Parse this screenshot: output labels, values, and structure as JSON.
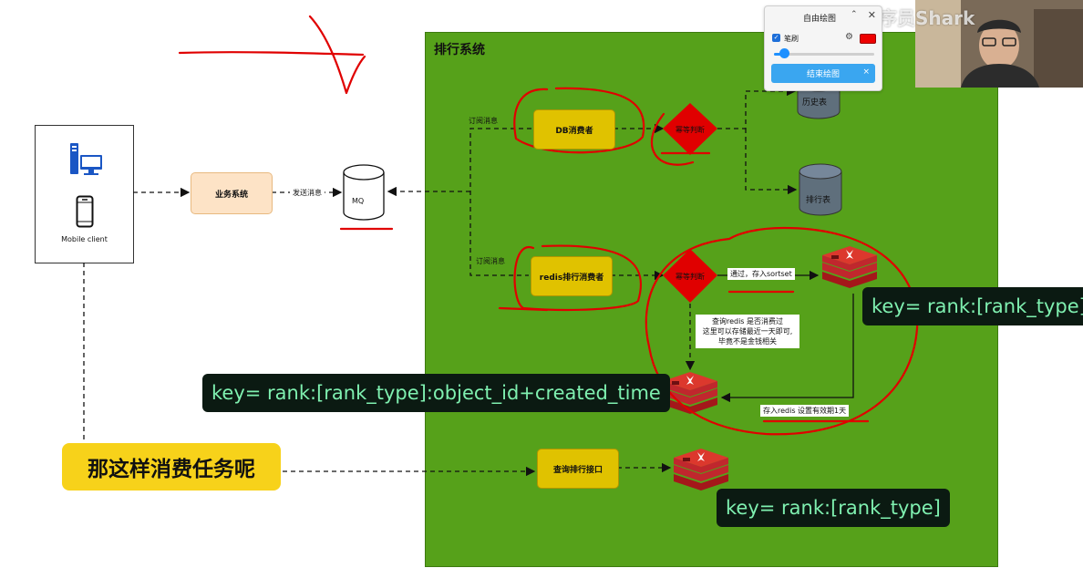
{
  "system_title": "排行系统",
  "client": {
    "label": "Mobile client"
  },
  "nodes": {
    "biz": "业务系统",
    "mq": "MQ",
    "db_consumer": "DB消费者",
    "redis_consumer": "redis排行消费者",
    "dedupe_top": "幂等判断",
    "dedupe_mid": "幂等判断",
    "history_table": "历史表",
    "rank_table": "排行表",
    "query_api": "查询排行接口"
  },
  "edge_labels": {
    "send_message": "发送消息",
    "subscribe_top": "订阅消息",
    "subscribe_mid": "订阅消息",
    "pass_store": "通过，存入sortset",
    "store_redis": "存入redis 设置有效期1天"
  },
  "note": {
    "line1": "查询redis 是否消费过",
    "line2": "这里可以存储最近一天即可,",
    "line3": "毕竟不是金钱相关"
  },
  "keys": {
    "top": "key= rank:[rank_type]",
    "mid": "key= rank:[rank_type]:object_id+created_time",
    "bottom": "key= rank:[rank_type]"
  },
  "question": "那这样消费任务呢",
  "drawing_panel": {
    "title": "自由绘图",
    "pen_label": "笔刷",
    "finish_button": "结束绘图",
    "pen_color": "#e00000"
  },
  "watermark": "程序员Shark",
  "colors": {
    "system_bg": "#56a11a",
    "consumer": "#e0c200",
    "biz": "#fde3c6",
    "diamond": "#e00000",
    "db_cylinder": "#5f6f7c",
    "annotation": "#e00000",
    "key_text": "#7ff0b0"
  }
}
